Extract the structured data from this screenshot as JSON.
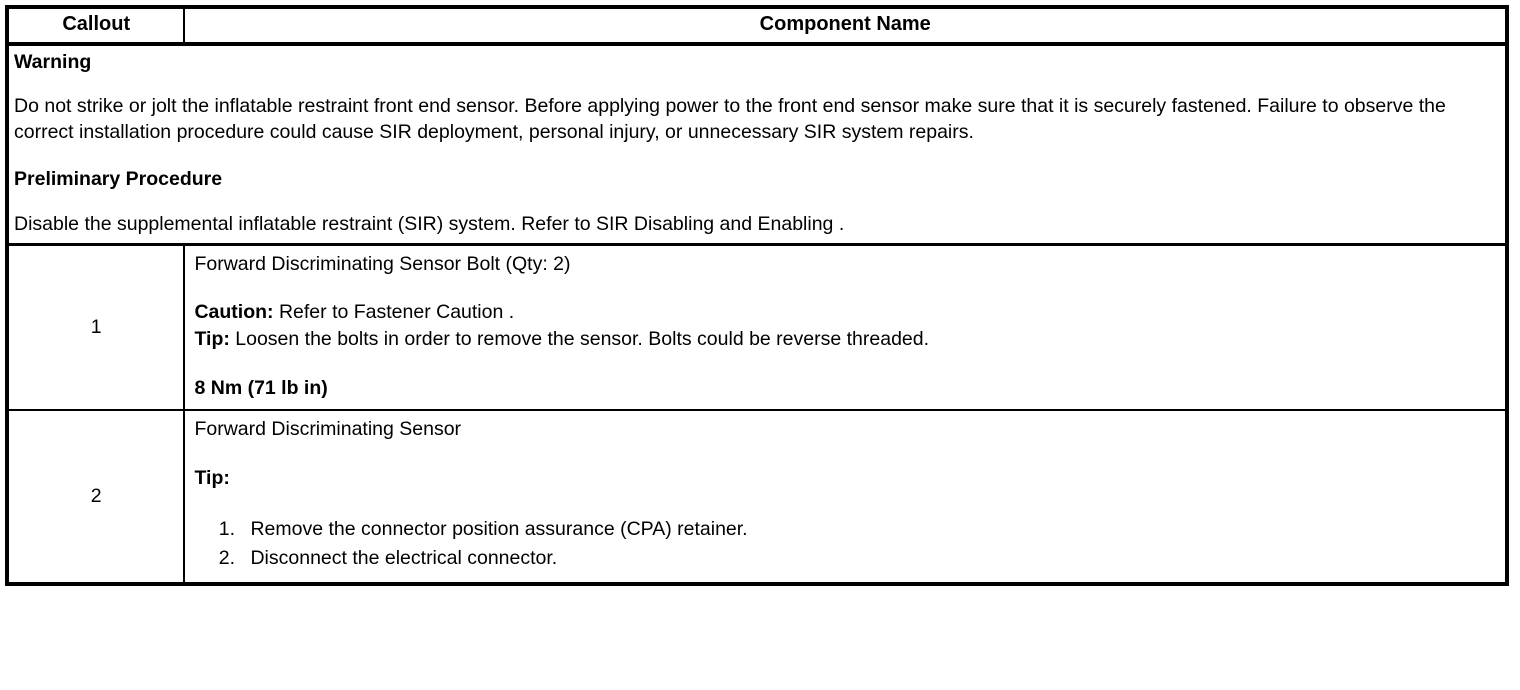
{
  "table": {
    "headers": {
      "callout": "Callout",
      "component_name": "Component Name"
    },
    "notice": {
      "heading": "Warning",
      "text": "Do not strike or jolt the inflatable restraint front end sensor. Before applying power to the front end sensor make sure that it is securely fastened. Failure to observe the correct installation procedure could cause SIR deployment, personal injury, or unnecessary SIR system repairs.",
      "preliminary_heading": "Preliminary Procedure",
      "preliminary_text": "Disable the supplemental inflatable restraint (SIR) system. Refer to SIR Disabling and Enabling ."
    },
    "rows": [
      {
        "callout": "1",
        "title": "Forward Discriminating Sensor Bolt (Qty: 2)",
        "caution_label": "Caution:",
        "caution_text": " Refer to Fastener Caution .",
        "tip_label": "Tip:",
        "tip_text": " Loosen the bolts in order to remove the sensor. Bolts could be reverse threaded.",
        "torque": "8 Nm (71 lb in)"
      },
      {
        "callout": "2",
        "title": "Forward Discriminating Sensor",
        "tip_heading": "Tip:",
        "steps": [
          "Remove the connector position assurance (CPA) retainer.",
          "Disconnect the electrical connector."
        ]
      }
    ]
  }
}
